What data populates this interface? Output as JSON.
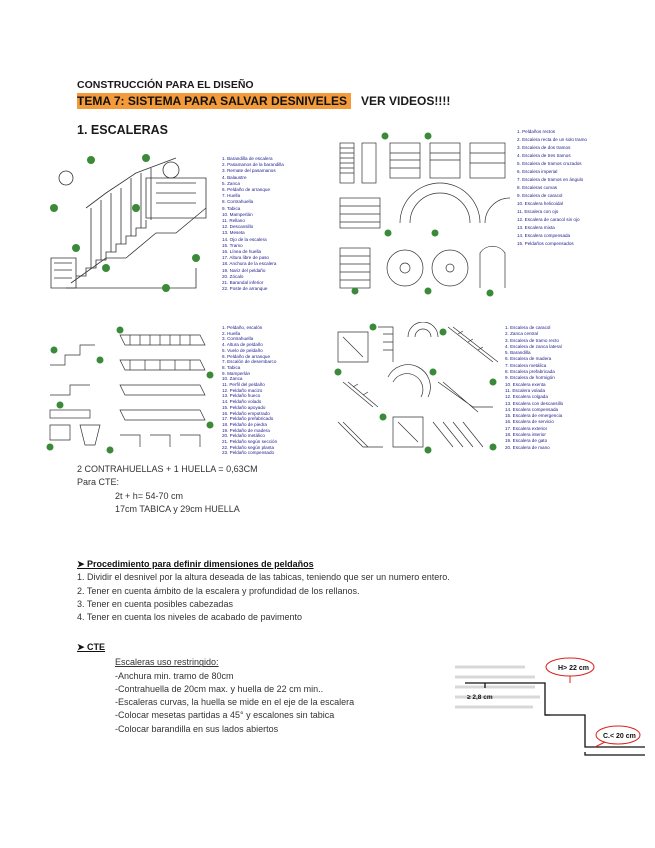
{
  "header": {
    "course": "CONSTRUCCIÓN PARA EL DISEÑO",
    "tema": "TEMA 7: SISTEMA PARA SALVAR DESNIVELES",
    "videos": "VER VIDEOS!!!!"
  },
  "section1": "1. ESCALERAS",
  "legend1": [
    "1. Barandilla de escalera",
    "2. Pasamanos de la barandilla",
    "3. Remate del pasamanos",
    "4. Balaustre",
    "5. Zanca",
    "6. Peldaño de arranque",
    "7. Huella",
    "8. Contrahuella",
    "9. Tabica",
    "10. Mamperlán",
    "11. Rellano",
    "12. Descansillo",
    "13. Meseta",
    "14. Ojo de la escalera",
    "15. Tramo",
    "16. Línea de huella",
    "17. Altura libre de paso",
    "18. Anchura de la escalera",
    "19. Nariz del peldaño",
    "20. Zócalo",
    "21. Barandal inferior",
    "22. Poste de arranque"
  ],
  "legend2": [
    "1. Peldaños rectos",
    "2. Escalera recta de un solo tramo",
    "3. Escalera de dos tramos",
    "4. Escalera de tres tramos",
    "5. Escalera de tramos cruzados",
    "6. Escalera imperial",
    "7. Escalera de tramos en ángulo",
    "8. Escaleras curvas",
    "9. Escalera de caracol",
    "10. Escalera helicoidal",
    "11. Escalera con ojo",
    "12. Escalera de caracol sin ojo",
    "13. Escalera mixta",
    "14. Escalera compensada",
    "15. Peldaños compensados"
  ],
  "legend3": [
    "1. Peldaño, escalón",
    "2. Huella",
    "3. Contrahuella",
    "4. Altura de peldaño",
    "5. Vuelo de peldaño",
    "6. Peldaño de arranque",
    "7. Escalón de desembarco",
    "8. Tabica",
    "9. Mamperlán",
    "10. Zanca",
    "11. Perfil del peldaño",
    "12. Peldaño macizo",
    "13. Peldaño hueco",
    "14. Peldaño volado",
    "15. Peldaño apoyado",
    "16. Peldaño empotrado",
    "17. Peldaño prefabricado",
    "18. Peldaño de piedra",
    "19. Peldaño de madera",
    "20. Peldaño metálico",
    "21. Peldaño según sección",
    "22. Peldaño según planta",
    "23. Peldaño compensado"
  ],
  "legend4": [
    "1. Escalera de caracol",
    "2. Zanca central",
    "3. Escalera de tramo recto",
    "4. Escalera de zanca lateral",
    "5. Barandilla",
    "6. Escalera de madera",
    "7. Escalera metálica",
    "8. Escalera prefabricada",
    "9. Escalera de hormigón",
    "10. Escalera exenta",
    "11. Escalera volada",
    "12. Escalera colgada",
    "13. Escalera con descansillo",
    "14. Escalera compensada",
    "15. Escalera de emergencia",
    "16. Escalera de servicio",
    "17. Escalera exterior",
    "18. Escalera interior",
    "19. Escalera de gato",
    "20. Escalera de mano"
  ],
  "formula": {
    "line1": "2 CONTRAHUELLAS + 1 HUELLA = 0,63CM",
    "line2": "Para CTE:",
    "line3": "2t + h= 54-70 cm",
    "line4": "17cm TABICA y 29cm HUELLA"
  },
  "procedure": {
    "title": "➤ Procedimiento para definir dimensiones de peldaños",
    "steps": [
      "1. Dividir el desnivel por la altura deseada de las tabicas, teniendo que ser un numero entero.",
      "2. Tener en cuenta ámbito de la escalera y profundidad de los rellanos.",
      "3. Tener en cuenta posibles cabezadas",
      "4. Tener en cuenta los niveles de acabado de pavimento"
    ]
  },
  "cte": {
    "title": "➤ CTE",
    "subtitle": "Escaleras uso restringido:",
    "items": [
      "-Anchura min. tramo de 80cm",
      "-Contrahuella de 20cm max. y huella de 22 cm min..",
      "-Escaleras curvas, la huella se mide en el eje de la escalera",
      "-Colocar mesetas partidas a 45° y escalones sin tabica",
      "-Colocar barandilla en sus lados abiertos"
    ]
  },
  "cte_figure": {
    "huella_label": "H> 22 cm",
    "min_label": "≥ 2,8 cm",
    "contra_label": "C.< 20 cm",
    "accent": "#d9241c"
  }
}
